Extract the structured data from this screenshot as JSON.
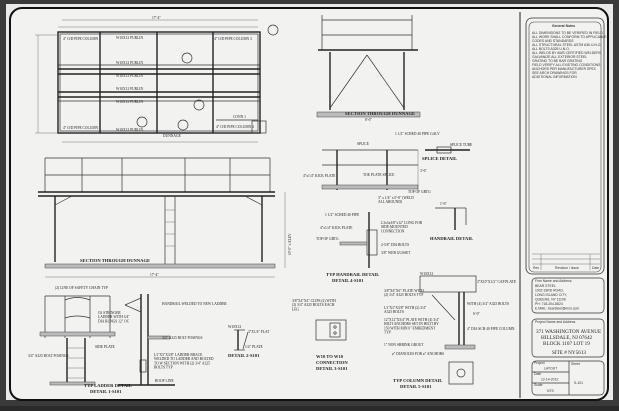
{
  "plan": {
    "overall_dim": "17'-4\"",
    "members": [
      "W10X12 PURLIN",
      "W10X12 PURLIN",
      "W10X12 PURLIN",
      "W10X12 PURLIN",
      "W10X12 PURLIN",
      "W10X12 PURLIN"
    ],
    "col1": "4\" O/D PIPE COLUMN 1",
    "col2": "4\" O/D PIPE COLUMN 2",
    "col3": "4\" O/D PIPE COLUMN 3",
    "col4": "4\" O/D PIPE COLUMN 4",
    "conn": "CONN 1",
    "title_mark": "DUNNAGE"
  },
  "section_top": {
    "title": "SECTION THROUGH DUNNAGE",
    "dim": "8'-0\""
  },
  "railing": {
    "pipe": "1 1/2\" SCHED 40 PIPE GALV",
    "splice": "SPLICE",
    "kick": "4\"x1/4\" KICK PLATE",
    "toe": "TOE PLATE SPLICE",
    "top": "TOP OF GRTG",
    "weld": "3\" x 1/4\" x 0'-8\" (WELD ALL AROUND)",
    "height": "3'-6\""
  },
  "splice_detail": {
    "tube": "SPLICE TUBE",
    "title": "SPLICE DETAIL"
  },
  "handrail_detail": {
    "title": "HANDRAIL DETAIL",
    "dim": "1'-6\""
  },
  "typ_handrail": {
    "pipe": "1 1/2\" SCHED 40 PIPE",
    "kick": "4\"x1/4\" KICK PLATE",
    "top": "TOP OF GRTG",
    "plate": "L3x3x3/8\"x12\" LONG FOR SIDE MOUNTED CONNECTION",
    "bolts": "2-5/8\" DIA BOLTS",
    "gusset": "3/8\" WEB GUSSET",
    "title": "TYP HANDRAIL DETAIL",
    "ref": "DETAIL 4-S101"
  },
  "section_bottom": {
    "title": "SECTION THROUGH DUNNAGE",
    "dim": "17'-4\"",
    "height": "10'-0\" ± ELEV"
  },
  "ladder": {
    "chain": "(2) LINE OF SAFETY CHAIN TYP",
    "stringer": "C6 STRINGER LADDER WITH 3/4\" DIA RUNGS 12\" OC",
    "side_plate": "SIDE PLATE",
    "bolt": "3/4\" A325 BOLT FOSINGS",
    "title": "TYP LADDER DETAIL",
    "ref": "DETAIL 1-S101"
  },
  "ladder_side": {
    "handrail": "HANDRAIL WELDED TO NEW LADDER",
    "bolt": "3/4\" A325 BOLT FOSINGS",
    "brace": "L3\"X3\"X3/8\" LADDER BRACE WELDED TO LADDER AND BOLTED TO W SECTION WITH (2) 3/4\" A325 BOLTS TYP",
    "roof": "ROOF LINE"
  },
  "detail2": {
    "beam": "W10X12",
    "flat": "3\"X1/4\" FLAT",
    "plate": "1/4\" PLATE",
    "title": "DETAIL 2-S101"
  },
  "detail3": {
    "clips": "3/8\"X4\"X4\" CLIPS (2) WITH (2) 3/4\" A325 BOLTS EACH LEG",
    "title": "W10 TO W10",
    "sub": "CONNECTION",
    "ref": "DETAIL 3-S101"
  },
  "column_detail": {
    "beam": "W10X12",
    "cap": "3\"X10\"X1/2\" CAP PLATE",
    "cap_bolts": "WITH (4) 3/4\" A325 BOLTS",
    "plate": "3/8\"X6\"X6\" PLATE WITH (2) 3/4\" A325 BOLTS TYP",
    "angle": "L3\"X3\"X3/8\" WITH (2) 3/4\" A325 BOLTS",
    "base": "12\"X12\"X3/4\" PLATE WITH (4) 3/4\" HILTI ANCHORS SET IN HILTI HY 150 WITH MIN 6\" EMBEDMENT TYP",
    "grout": "1\" NON SHRINK GROUT",
    "column": "4\" DIA SCH 40 PIPE COLUMN",
    "height": "6'-0\"",
    "anchors": "ø\" DIANOLES FOR ø\" ANCHORS",
    "title": "TYP COLUMN DETAIL",
    "ref": "DETAIL 5-S101"
  },
  "title_block": {
    "notes_title": "General Notes",
    "notes": [
      "ALL DIMENSIONS TO BE VERIFIED IN FIELD",
      "ALL WORK SHALL CONFORM TO APPLICABLE",
      "CODES AND STANDARDS",
      "ALL STRUCTURAL STEEL ASTM A36 U.N.O.",
      "ALL BOLTS A325 U.N.O.",
      "ALL WELDS BY AWS CERTIFIED WELDERS",
      "GALVANIZE ALL EXTERIOR STEEL",
      "GRATING TO BE BAR GRATING",
      "FIELD VERIFY ALL EXISTING CONDITIONS",
      "ANCHORS PER MANUFACTURER SPEC",
      "SEE ARCH DRAWINGS FOR",
      "ADDITIONAL INFORMATION"
    ],
    "rev_headers": [
      "Rev",
      "Revision / Issue",
      "Date"
    ],
    "company_label": "Firm Name and Address",
    "company": [
      "BEAR STEEL",
      "1002 33RD ROAD,",
      "LONG ISLAND CITY,",
      "QUEENS, NY 11106",
      "PH: 718-204-8824",
      "E.MAIL: bearsteel@msn.com"
    ],
    "project_label": "Project Name and Address",
    "project": [
      "371 WASHINGTON AVENUE",
      "HILLSDALE, NJ 07642",
      "BLOCK 1107   LOT 19",
      "SITE # NY5613"
    ],
    "sheet_title_label": "Project",
    "sheet_title": "LAYOUT",
    "date_label": "Date",
    "date": "12-14-2012",
    "scale_label": "Scale",
    "scale": "NTS",
    "sheet_label": "Sheet",
    "sheet": "S-101"
  }
}
